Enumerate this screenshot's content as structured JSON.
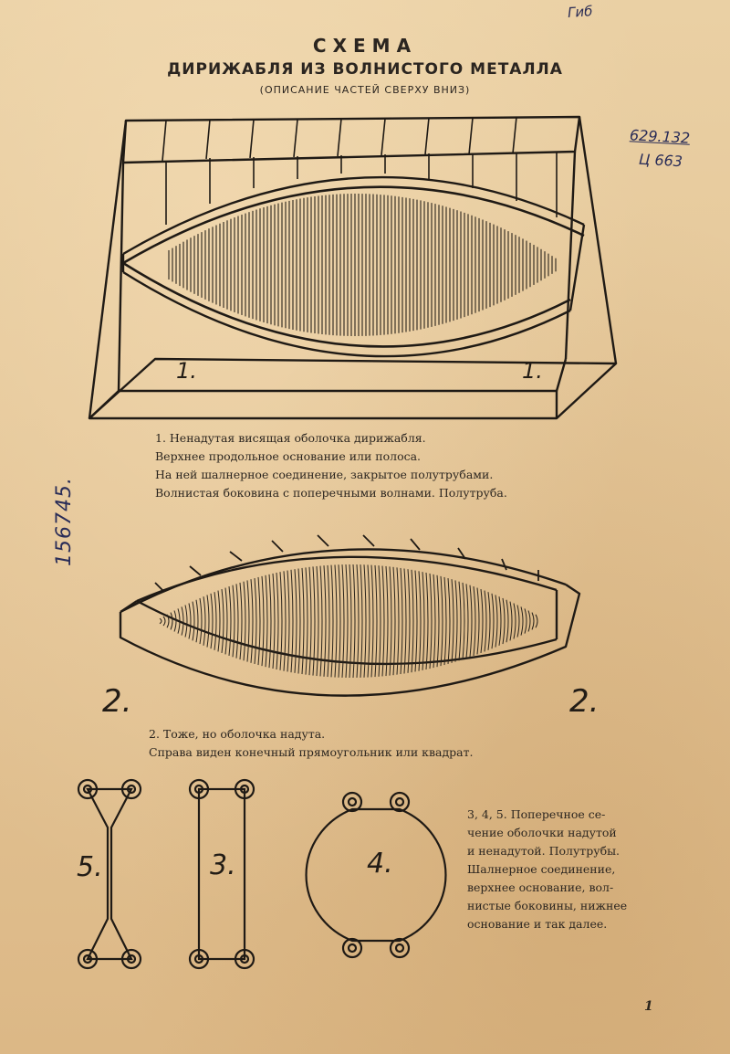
{
  "header": {
    "title": "СХЕМА",
    "subtitle": "ДИРИЖАБЛЯ ИЗ ВОЛНИСТОГО МЕТАЛЛА",
    "note": "(ОПИСАНИЕ ЧАСТЕЙ СВЕРХУ ВНИЗ)"
  },
  "annotations": {
    "top_right": "Гиб",
    "catalog_code_line1": "629.132",
    "catalog_code_line2": "Ц 663",
    "side_number": "156745."
  },
  "figure1": {
    "label_left": "1.",
    "label_right": "1.",
    "caption": [
      "1. Ненадутая висящая оболочка дирижабля.",
      "Верхнее продольное основание или полоса.",
      "На ней шалнерное соединение, закрытое полутрубами.",
      "Волнистая боковина с поперечными волнами. Полутруба."
    ]
  },
  "figure2": {
    "label_left": "2.",
    "label_right": "2.",
    "caption": [
      "2. Тоже, но оболочка надута.",
      "Справа виден конечный прямоугольник или квадрат."
    ]
  },
  "figure345": {
    "label_5": "5.",
    "label_3": "3.",
    "label_4": "4.",
    "caption": [
      "3, 4, 5. Поперечное се-",
      "чение оболочки надутой",
      "и ненадутой. Полутрубы.",
      "Шалнерное соединение,",
      "верхнее основание, вол-",
      "нистые боковины, нижнее",
      "основание и так далее."
    ]
  },
  "footer": {
    "page_number": "1"
  }
}
